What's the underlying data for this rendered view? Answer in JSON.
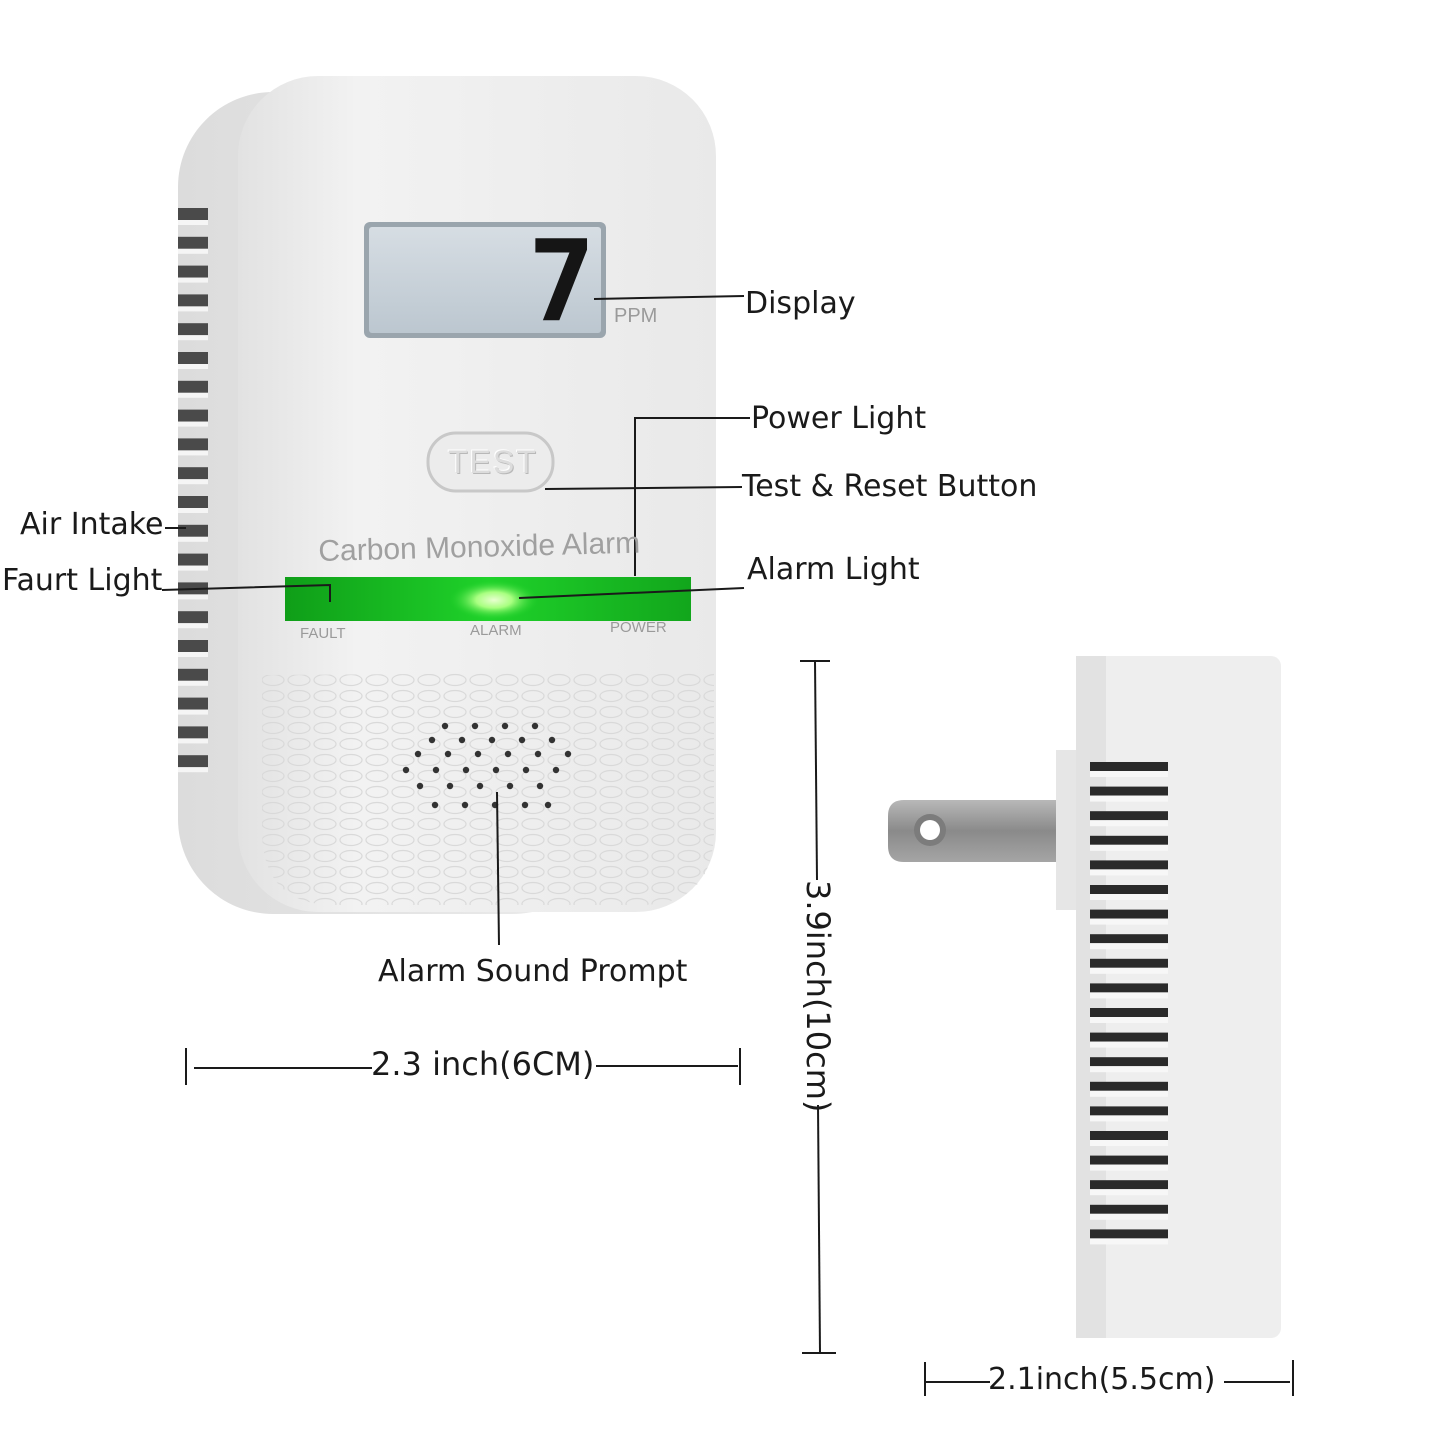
{
  "front": {
    "ppm_reading": "7",
    "ppm_unit": "PPM",
    "test_button": "TEST",
    "product_name": "Carbon Monoxide Alarm",
    "indicator_labels": [
      "FAULT",
      "ALARM",
      "POWER"
    ]
  },
  "callouts": {
    "display": "Display",
    "power_light": "Power Light",
    "test_reset": "Test & Reset Button",
    "air_intake": "Air Intake",
    "fault_light": "Faurt Light",
    "alarm_light": "Alarm Light",
    "alarm_sound": "Alarm Sound Prompt"
  },
  "dimensions": {
    "width": "2.3 inch(6CM)",
    "height": "3.9inch(10cm)",
    "depth": "2.1inch(5.5cm)"
  },
  "colors": {
    "body": "#efefef",
    "lcd": "#c9d3db",
    "indicator_green": "#18c020",
    "led_glow": "#a8ff80"
  }
}
